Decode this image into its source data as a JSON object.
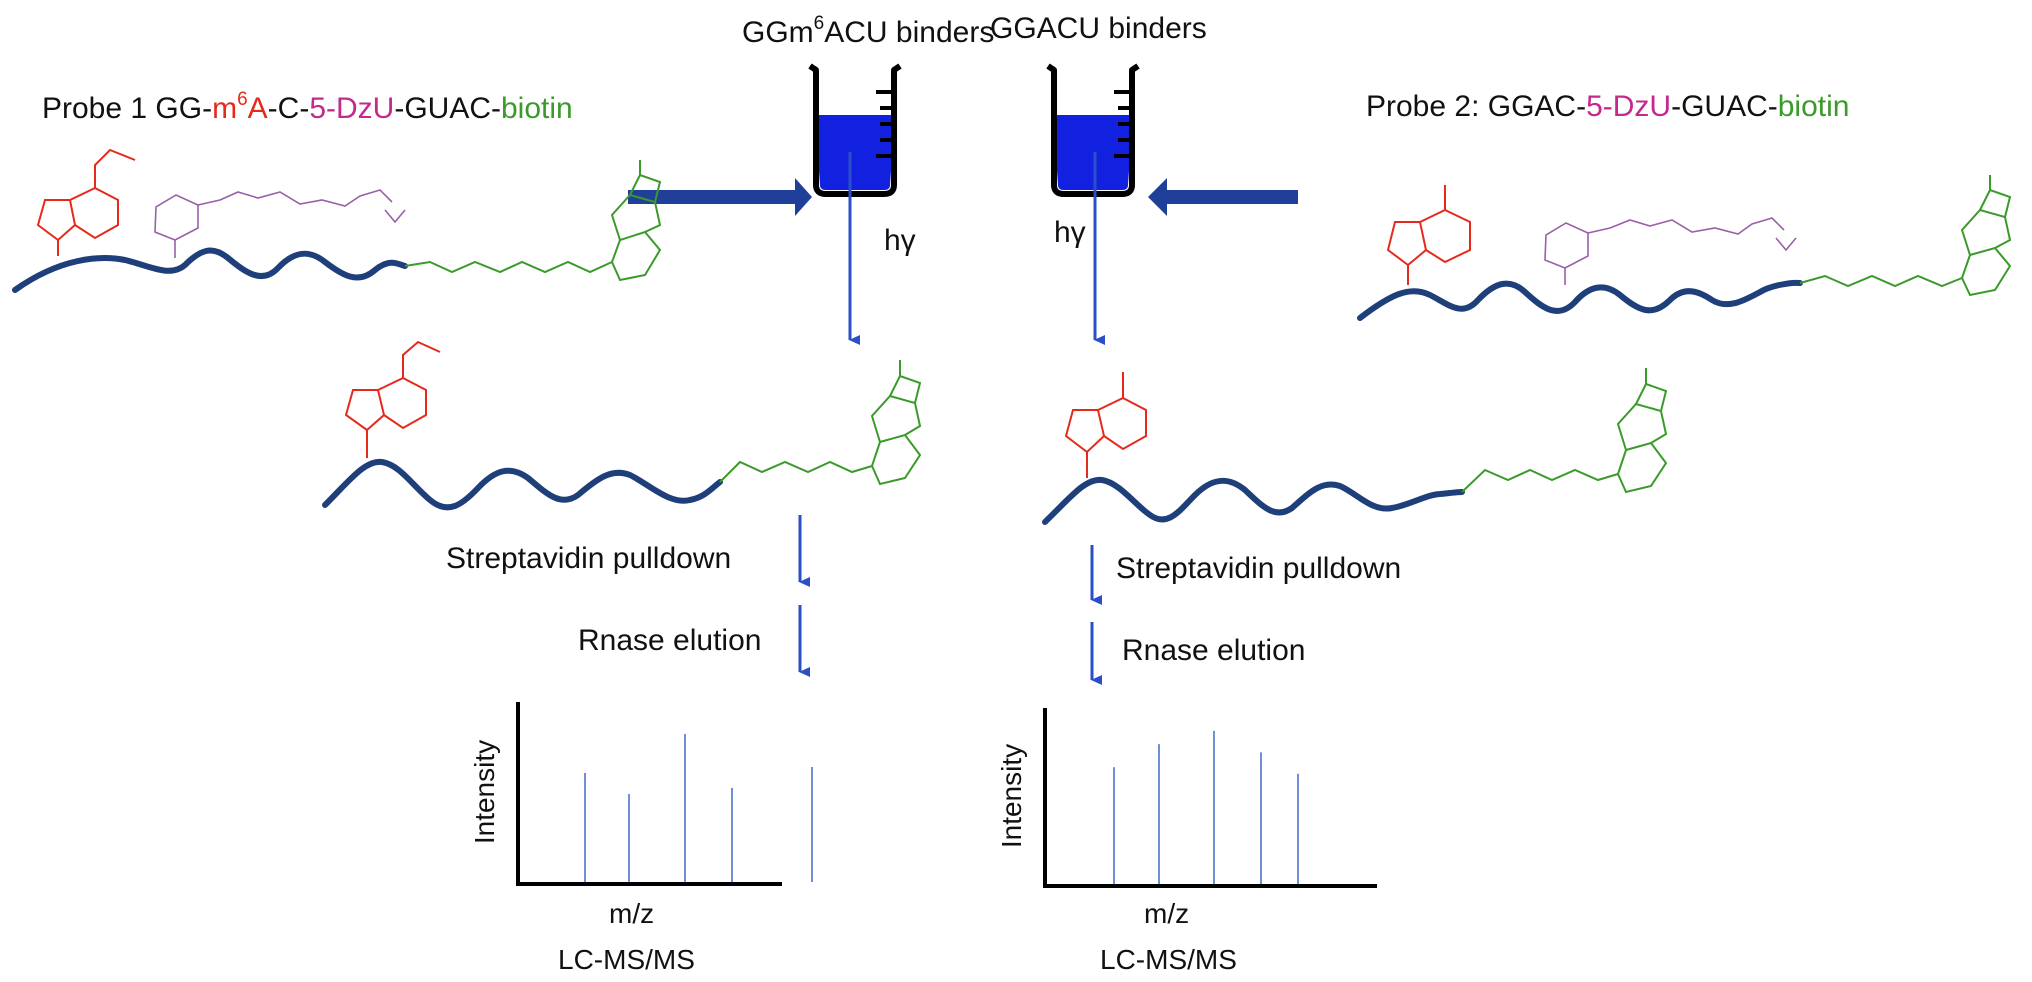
{
  "beakers": {
    "left_label_pre": "GGm",
    "left_label_sup": "6",
    "left_label_post": "ACU binders",
    "right_label": "GGACU binders"
  },
  "probe1": {
    "prefix": "Probe 1 GG-",
    "m": "m",
    "sup": "6",
    "a": "A",
    "dash1": "-C-",
    "dzu": "5-DzU",
    "dash2": "-GUAC-",
    "biotin": "biotin"
  },
  "probe2": {
    "prefix": "Probe 2: GGAC-",
    "dzu": "5-DzU",
    "dash": "-GUAC-",
    "biotin": "biotin"
  },
  "steps": {
    "photo_left": "hγ",
    "photo_right": "hγ",
    "pulldown_left": "Streptavidin pulldown",
    "elution_left": "Rnase elution",
    "pulldown_right": "Streptavidin pulldown",
    "elution_right": "Rnase elution"
  },
  "spectra": {
    "left": {
      "ylabel": "Intensity",
      "xlabel": "m/z",
      "caption": "LC-MS/MS"
    },
    "right": {
      "ylabel": "Intensity",
      "xlabel": "m/z",
      "caption": "LC-MS/MS"
    }
  },
  "chart_data": [
    {
      "type": "bar",
      "xlabel": "m/z",
      "ylabel": "Intensity",
      "values": [
        0.74,
        0.6,
        1.0,
        0.64,
        0.78
      ]
    },
    {
      "type": "bar",
      "xlabel": "m/z",
      "ylabel": "Intensity",
      "values": [
        0.72,
        0.86,
        0.94,
        0.81,
        0.68
      ]
    }
  ],
  "colors": {
    "strand": "#1e3f7a",
    "arrow": "#2a4fc8",
    "fat_arrow": "#1f3f99",
    "adenine": "#e52a1c",
    "diazirine": "#9a5fa8",
    "biotin": "#3a9a2a",
    "peak": "#6f8fd6",
    "liquid": "#1220e0"
  },
  "icons": [
    "beaker-icon",
    "arrow-right-icon",
    "arrow-left-icon",
    "arrow-down-icon"
  ]
}
